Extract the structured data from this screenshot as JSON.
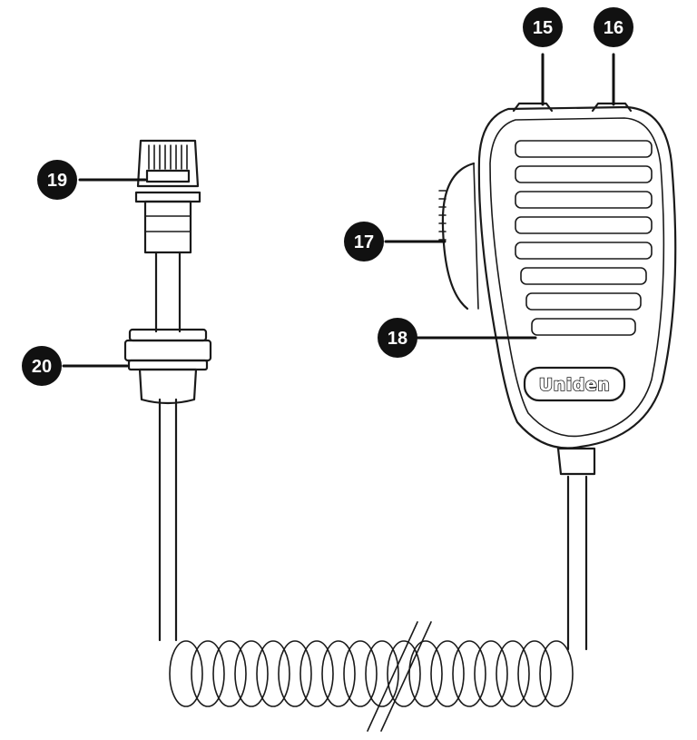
{
  "callouts": [
    {
      "id": "15",
      "label": "15"
    },
    {
      "id": "16",
      "label": "16"
    },
    {
      "id": "17",
      "label": "17"
    },
    {
      "id": "18",
      "label": "18"
    },
    {
      "id": "19",
      "label": "19"
    },
    {
      "id": "20",
      "label": "20"
    }
  ],
  "brand": {
    "logo": "Uniden"
  },
  "colors": {
    "ink": "#1a1a1a",
    "badge": "#111111",
    "background": "#ffffff"
  }
}
